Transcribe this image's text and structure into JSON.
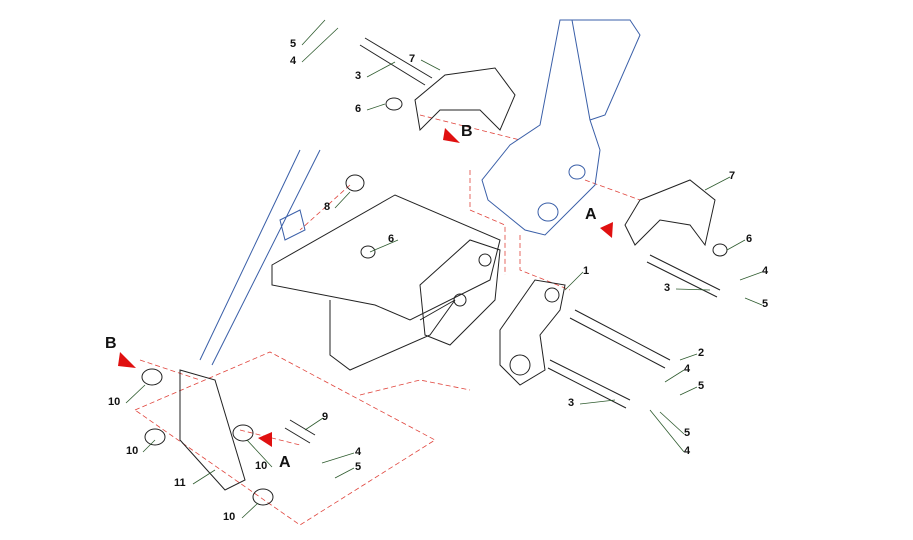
{
  "diagram": {
    "type": "exploded-parts-view",
    "colors": {
      "outline": "#222222",
      "arm": "#3a5fa8",
      "leader": "#2e5b2e",
      "dashed": "#e0443c",
      "marker": "#e01010"
    },
    "callouts": [
      {
        "id": "c-top-5",
        "text": "5"
      },
      {
        "id": "c-top-4",
        "text": "4"
      },
      {
        "id": "c-top-3",
        "text": "3"
      },
      {
        "id": "c-top-7",
        "text": "7"
      },
      {
        "id": "c-top-6",
        "text": "6"
      },
      {
        "id": "c-mid-8",
        "text": "8"
      },
      {
        "id": "c-mid-6",
        "text": "6"
      },
      {
        "id": "c-right-7",
        "text": "7"
      },
      {
        "id": "c-right-6",
        "text": "6"
      },
      {
        "id": "c-right-4",
        "text": "4"
      },
      {
        "id": "c-right-3",
        "text": "3"
      },
      {
        "id": "c-right-5",
        "text": "5"
      },
      {
        "id": "c-1",
        "text": "1"
      },
      {
        "id": "c-2",
        "text": "2"
      },
      {
        "id": "c-low-4a",
        "text": "4"
      },
      {
        "id": "c-low-5a",
        "text": "5"
      },
      {
        "id": "c-low-3",
        "text": "3"
      },
      {
        "id": "c-low-5b",
        "text": "5"
      },
      {
        "id": "c-low-4b",
        "text": "4"
      },
      {
        "id": "c-left-10a",
        "text": "10"
      },
      {
        "id": "c-left-10b",
        "text": "10"
      },
      {
        "id": "c-left-11",
        "text": "11"
      },
      {
        "id": "c-left-10c",
        "text": "10"
      },
      {
        "id": "c-left-10d",
        "text": "10"
      },
      {
        "id": "c-9",
        "text": "9"
      },
      {
        "id": "c-left-4",
        "text": "4"
      },
      {
        "id": "c-left-5",
        "text": "5"
      }
    ],
    "markers": [
      {
        "id": "m-B-top",
        "text": "B"
      },
      {
        "id": "m-A-right",
        "text": "A"
      },
      {
        "id": "m-B-left",
        "text": "B"
      },
      {
        "id": "m-A-left",
        "text": "A"
      }
    ]
  }
}
